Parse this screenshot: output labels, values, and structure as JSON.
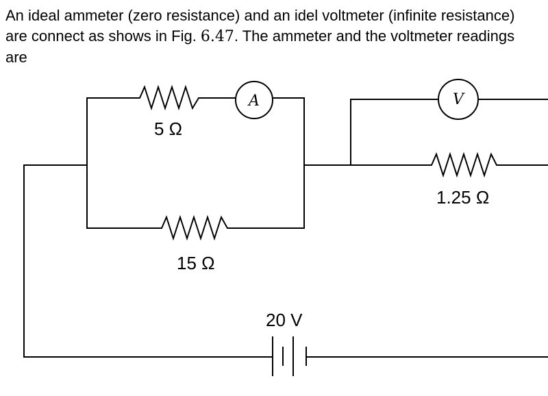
{
  "question": {
    "text_before": "An ideal ammeter (zero resistance) and an idel voltmeter (infinite resistance) are connect as shows in Fig. ",
    "figure_number": "6.47",
    "text_after": ". The ammeter and the voltmeter readings are"
  },
  "circuit": {
    "ammeter_symbol": "A",
    "voltmeter_symbol": "V",
    "resistor_top_label": "5 Ω",
    "resistor_bottom_label": "15 Ω",
    "resistor_right_label": "1.25 Ω",
    "battery_label": "20 V"
  }
}
